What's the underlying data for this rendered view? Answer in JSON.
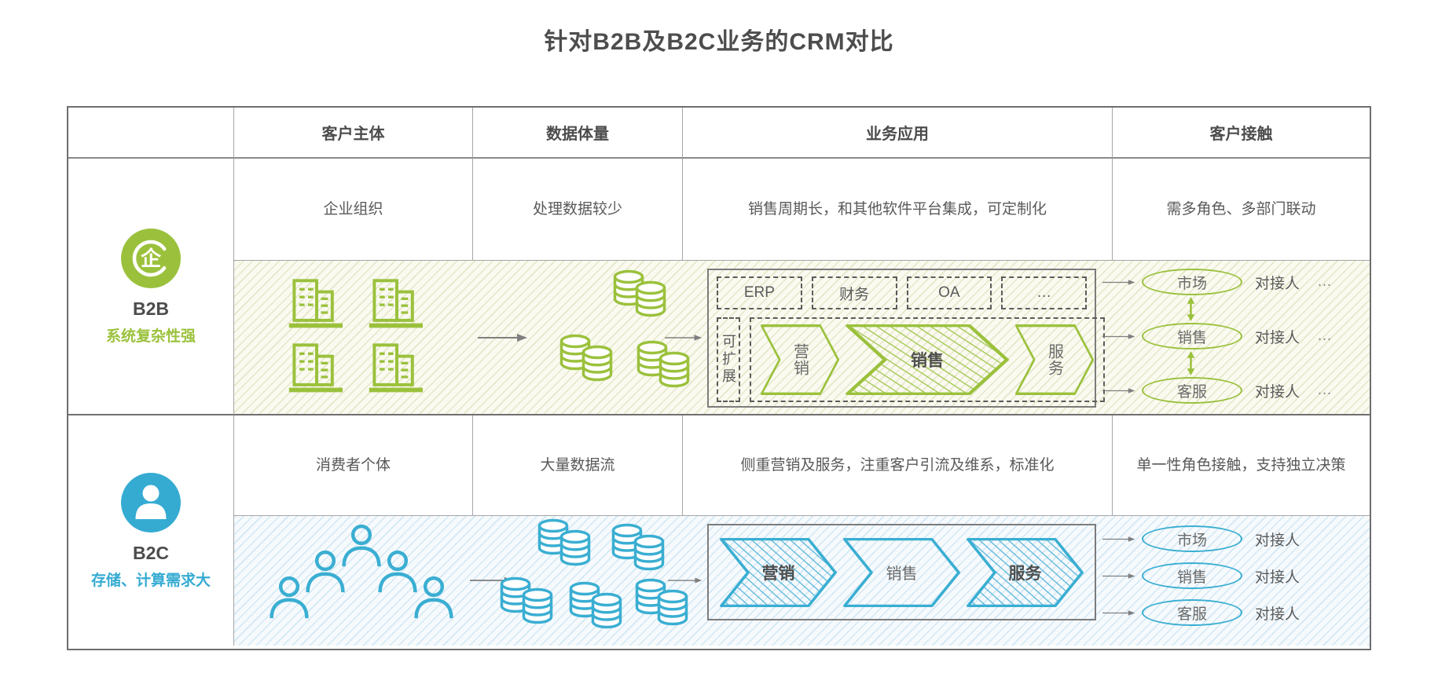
{
  "title": "针对B2B及B2C业务的CRM对比",
  "colors": {
    "green": "#9bc13c",
    "blue": "#35abd2",
    "text": "#595959"
  },
  "table": {
    "headers": [
      "客户主体",
      "数据体量",
      "业务应用",
      "客户接触"
    ],
    "rows": [
      {
        "label": "B2B",
        "tagline": "系统复杂性强",
        "icon_char": "企",
        "customer": "企业组织",
        "data_volume": "处理数据较少",
        "business_app": "销售周期长，和其他软件平台集成，可定制化",
        "contact": "需多角色、多部门联动",
        "modules": [
          "ERP",
          "财务",
          "OA",
          "…"
        ],
        "expandable": "可扩展",
        "funnel": [
          "营销",
          "销售",
          "服务"
        ],
        "contacts": [
          {
            "dept": "市场",
            "person": "对接人",
            "more": "…"
          },
          {
            "dept": "销售",
            "person": "对接人",
            "more": "…"
          },
          {
            "dept": "客服",
            "person": "对接人",
            "more": "…"
          }
        ]
      },
      {
        "label": "B2C",
        "tagline": "存储、计算需求大",
        "customer": "消费者个体",
        "data_volume": "大量数据流",
        "business_app": "侧重营销及服务，注重客户引流及维系，标准化",
        "contact": "单一性角色接触，支持独立决策",
        "funnel": [
          "营销",
          "销售",
          "服务"
        ],
        "contacts": [
          {
            "dept": "市场",
            "person": "对接人"
          },
          {
            "dept": "销售",
            "person": "对接人"
          },
          {
            "dept": "客服",
            "person": "对接人"
          }
        ]
      }
    ]
  }
}
